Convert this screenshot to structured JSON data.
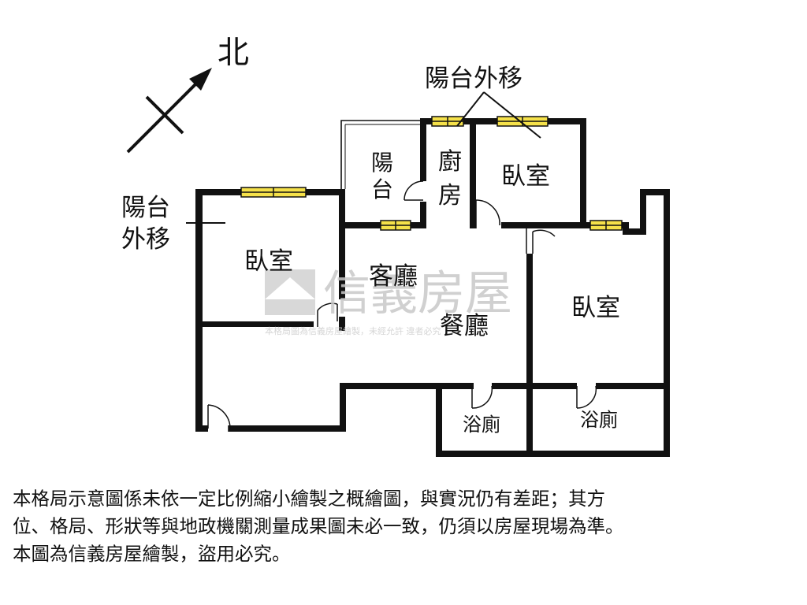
{
  "compass": {
    "north_label": "北"
  },
  "rooms": {
    "bedroom_left": "臥室",
    "bedroom_top": "臥室",
    "bedroom_right": "臥室",
    "living_room": "客廳",
    "dining_room": "餐廳",
    "bathroom_left": "浴廁",
    "bathroom_right": "浴廁",
    "balcony_line1": "陽",
    "balcony_line2": "台",
    "kitchen_line1": "廚",
    "kitchen_line2": "房"
  },
  "annotations": {
    "balcony_moved_top": "陽台外移",
    "balcony_moved_left_line1": "陽台",
    "balcony_moved_left_line2": "外移"
  },
  "watermark": {
    "brand": "信義房屋",
    "notice": "本格局圖為信義房屋繪製，未經允許  違者必究"
  },
  "disclaimer": {
    "line1": "本格局示意圖係未依一定比例縮小繪製之概繪圖，與實況仍有差距；其方",
    "line2": "位、格局、形狀等與地政機關測量成果圖未必一致，仍須以房屋現場為準。",
    "line3": "本圖為信義房屋繪製，盜用必究。"
  },
  "colors": {
    "wall": "#111111",
    "window": "#f5e14a",
    "watermark": "#c8c8c8"
  }
}
